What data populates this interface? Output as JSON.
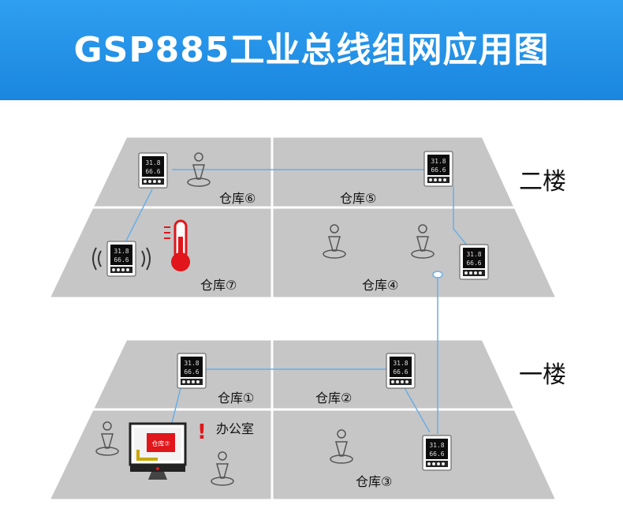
{
  "title": "GSP885工业总线组网应用图",
  "floors": {
    "upper": "二楼",
    "lower": "一楼"
  },
  "rooms": {
    "r1": "仓库①",
    "r2": "仓库②",
    "r3": "仓库③",
    "r4": "仓库④",
    "r5": "仓库⑤",
    "r6": "仓库⑥",
    "r7": "仓库⑦",
    "office": "办公室"
  },
  "device_display": {
    "temp": "31.8",
    "humid": "66.6"
  },
  "monitor_alert": {
    "text": "仓库⑦",
    "mark": "!"
  },
  "colors": {
    "banner": "#1f8fe6",
    "floor": "#c6c6c6",
    "wire": "#6aaee6",
    "alert": "#e0161b"
  }
}
